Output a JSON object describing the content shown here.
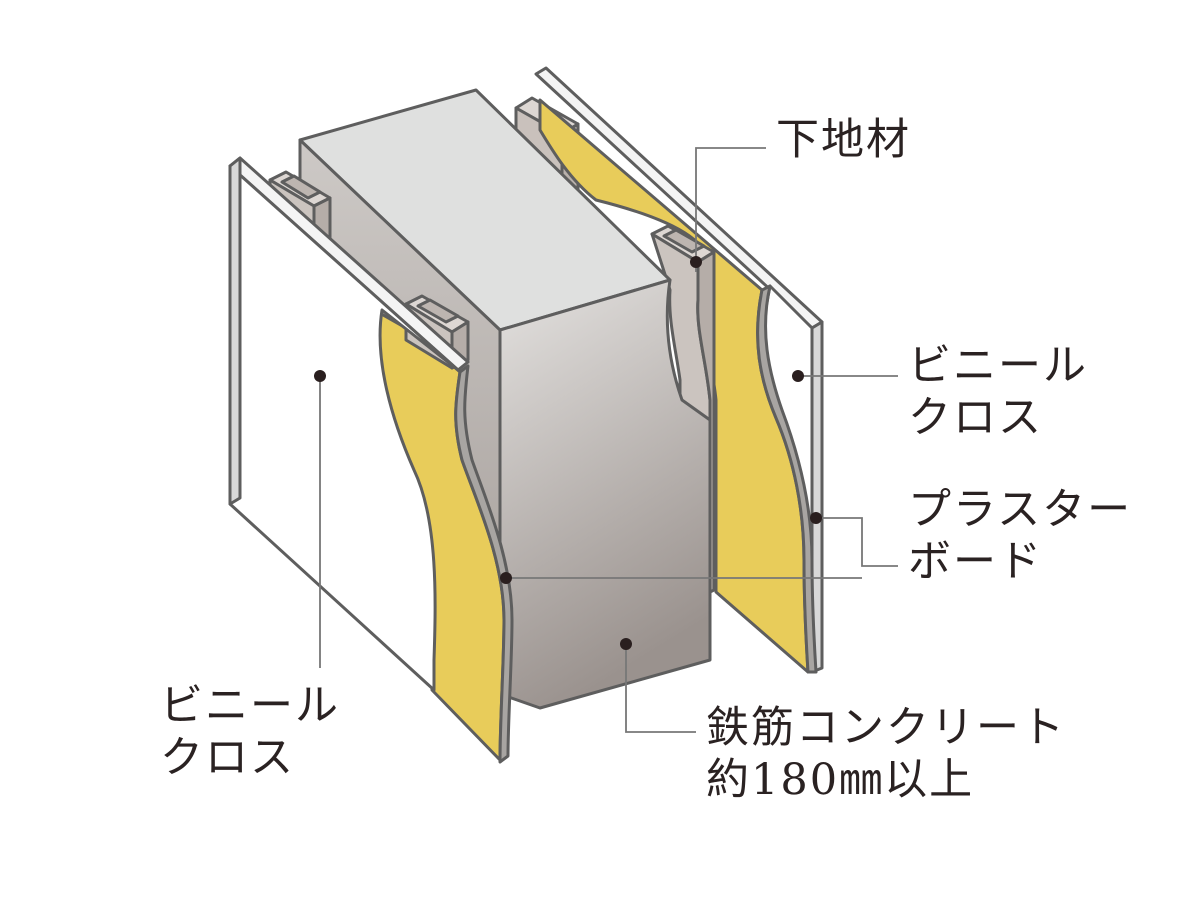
{
  "labels": {
    "base_material": "下地材",
    "vinyl_cloth_right": [
      "ビニール",
      "クロス"
    ],
    "plaster_board": [
      "プラスター",
      "ボード"
    ],
    "vinyl_cloth_left": [
      "ビニール",
      "クロス"
    ],
    "concrete": [
      "鉄筋コンクリート",
      "約180㎜以上"
    ]
  },
  "colors": {
    "cloth_face": "#ffffff",
    "plaster_board": "#e8cc5a",
    "concrete": "#bdb7b2",
    "concrete_top": "#dfe0df",
    "stud": "#cbc4bf",
    "outline": "#5e5e5e",
    "leader": "#777777",
    "dot": "#2a1f1f"
  }
}
